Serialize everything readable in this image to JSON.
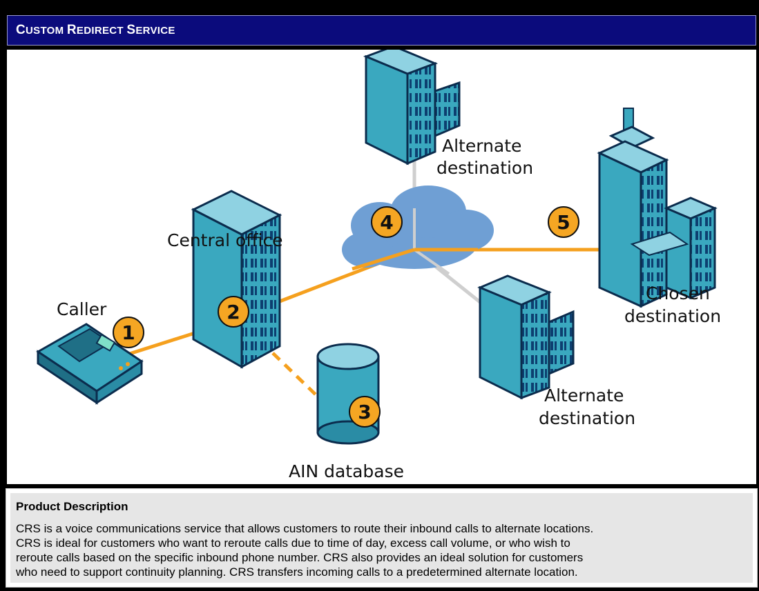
{
  "header": {
    "title_first": "C",
    "title_rest1": "USTOM ",
    "title_r": "R",
    "title_rest2": "EDIRECT ",
    "title_s": "S",
    "title_rest3": "ERVICE"
  },
  "diagram": {
    "labels": {
      "caller": "Caller",
      "central_office": "Central office",
      "ain_database": "AIN database",
      "alternate_top_1": "Alternate",
      "alternate_top_2": "destination",
      "alternate_bottom_1": "Alternate",
      "alternate_bottom_2": "destination",
      "chosen_1": "Chosen",
      "chosen_2": "destination"
    },
    "steps": [
      "1",
      "2",
      "3",
      "4",
      "5"
    ],
    "colors": {
      "line": "#f5a01e",
      "building": "#3aa8bf",
      "cloud": "#6f9fd4",
      "badge": "#f5a623",
      "connector": "#c8c8c8"
    }
  },
  "description": {
    "heading": "Product Description",
    "lines": [
      "CRS is a voice communications service that allows customers to route their inbound calls to alternate locations.",
      "CRS is ideal for customers who want to reroute calls due to time of day, excess call volume, or who wish to",
      "reroute calls based on the specific inbound phone number.  CRS also provides an ideal solution for customers",
      "who need to support continuity planning. CRS transfers incoming calls to a predetermined alternate location."
    ]
  }
}
